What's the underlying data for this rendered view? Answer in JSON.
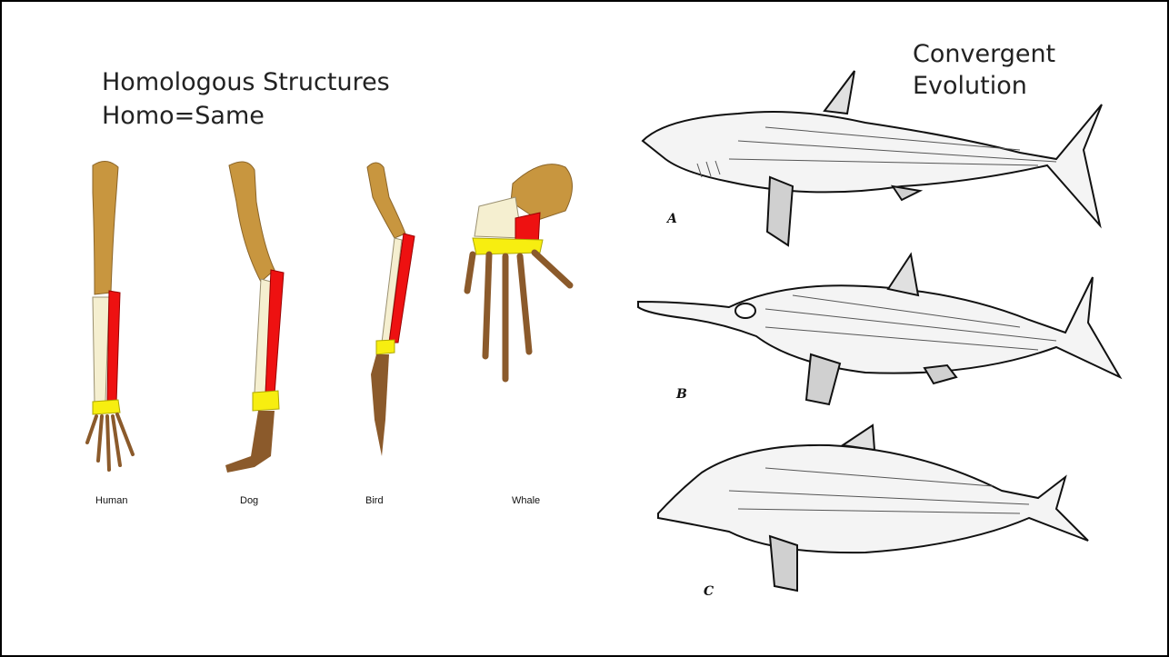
{
  "slide": {
    "title_left": [
      "Homologous Structures",
      "Homo=Same"
    ],
    "title_right": [
      "Convergent",
      "Evolution"
    ]
  },
  "limbs": [
    {
      "label": "Human"
    },
    {
      "label": "Dog"
    },
    {
      "label": "Bird"
    },
    {
      "label": "Whale"
    }
  ],
  "animals": [
    {
      "letter": "A",
      "icon": "shark-illustration"
    },
    {
      "letter": "B",
      "icon": "ichthyosaur-illustration"
    },
    {
      "letter": "C",
      "icon": "dolphin-illustration"
    }
  ],
  "colors": {
    "humerus": "#C8963F",
    "ulna": "#F5EFD0",
    "radius": "#EE1111",
    "carpals": "#F7EE10",
    "hand": "#8B5A2B",
    "ink": "#111111"
  }
}
